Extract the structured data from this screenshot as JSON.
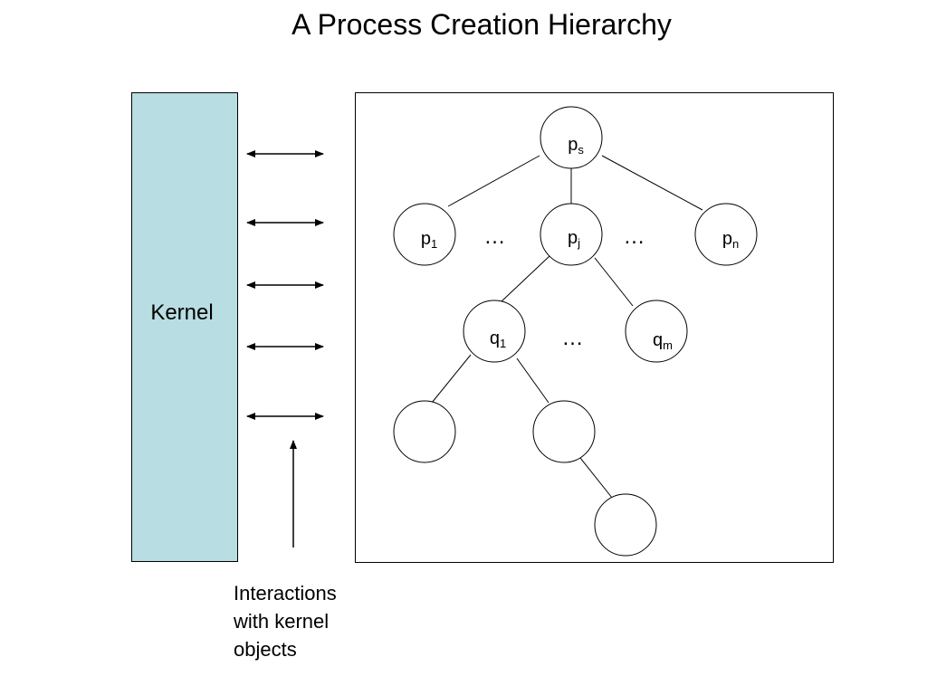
{
  "title": "A Process Creation Hierarchy",
  "kernel": {
    "label": "Kernel",
    "color": "#b8dde2"
  },
  "caption": {
    "lines": [
      "Interactions",
      "with kernel",
      "objects"
    ]
  },
  "tree": {
    "root": {
      "name": "p",
      "sub": "s"
    },
    "children": [
      {
        "name": "p",
        "sub": "1"
      },
      {
        "name": "p",
        "sub": "j"
      },
      {
        "name": "p",
        "sub": "n"
      }
    ],
    "grandchildren": [
      {
        "name": "q",
        "sub": "1"
      },
      {
        "name": "q",
        "sub": "m"
      }
    ],
    "ellipsis": "…"
  }
}
